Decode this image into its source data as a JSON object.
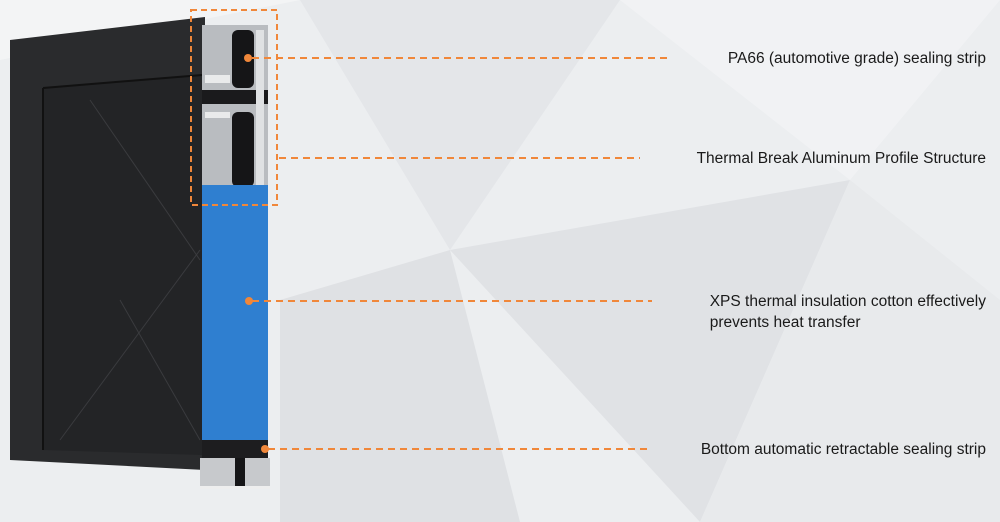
{
  "labels": {
    "sealing_strip": "PA66 (automotive grade) sealing strip",
    "profile": "Thermal Break Aluminum Profile Structure",
    "xps_line1": "XPS thermal insulation cotton effectively",
    "xps_line2": "prevents heat transfer",
    "bottom_strip": "Bottom automatic retractable sealing strip"
  },
  "colors": {
    "accent": "#f0873a",
    "insulation": "#2f7fd0",
    "door": "#2a2b2d"
  }
}
